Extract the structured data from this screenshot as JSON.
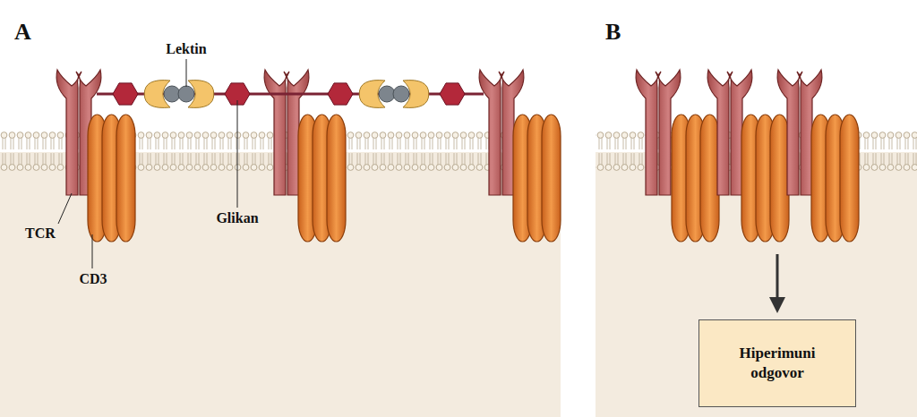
{
  "diagram": {
    "nodes": [
      {
        "text": [
          "Hiperimuni odgovor"
        ]
      }
    ],
    "labels": [
      "A",
      "B",
      "Lektin",
      "Glikan",
      "TCR",
      "CD3"
    ]
  }
}
